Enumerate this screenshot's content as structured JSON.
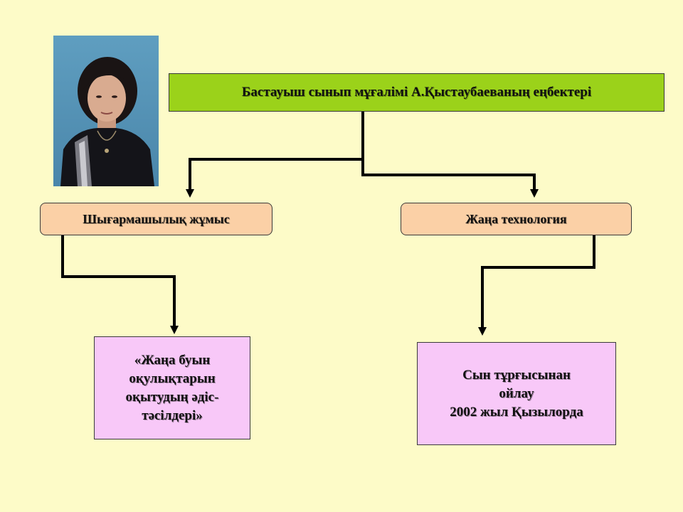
{
  "diagram": {
    "title": "Бастауыш сынып мұғалімі А.Қыстаубаеваның еңбектері",
    "branches": {
      "left": {
        "label": "Шығармашылық жұмыс",
        "leaf": [
          "«Жаңа буын",
          "оқулықтарын",
          "оқытудың әдіс-",
          "тәсілдері»"
        ]
      },
      "right": {
        "label": "Жаңа технология",
        "leaf": [
          "Сын тұрғысынан",
          "ойлау",
          "2002 жыл Қызылорда"
        ]
      }
    }
  },
  "colors": {
    "background": "#fdfbc8",
    "title_fill": "#9bd21a",
    "branch_fill": "#fbd0a6",
    "leaf_fill": "#f8c8f8",
    "connector": "#000000"
  },
  "icons": {
    "photo": "portrait-photo"
  }
}
